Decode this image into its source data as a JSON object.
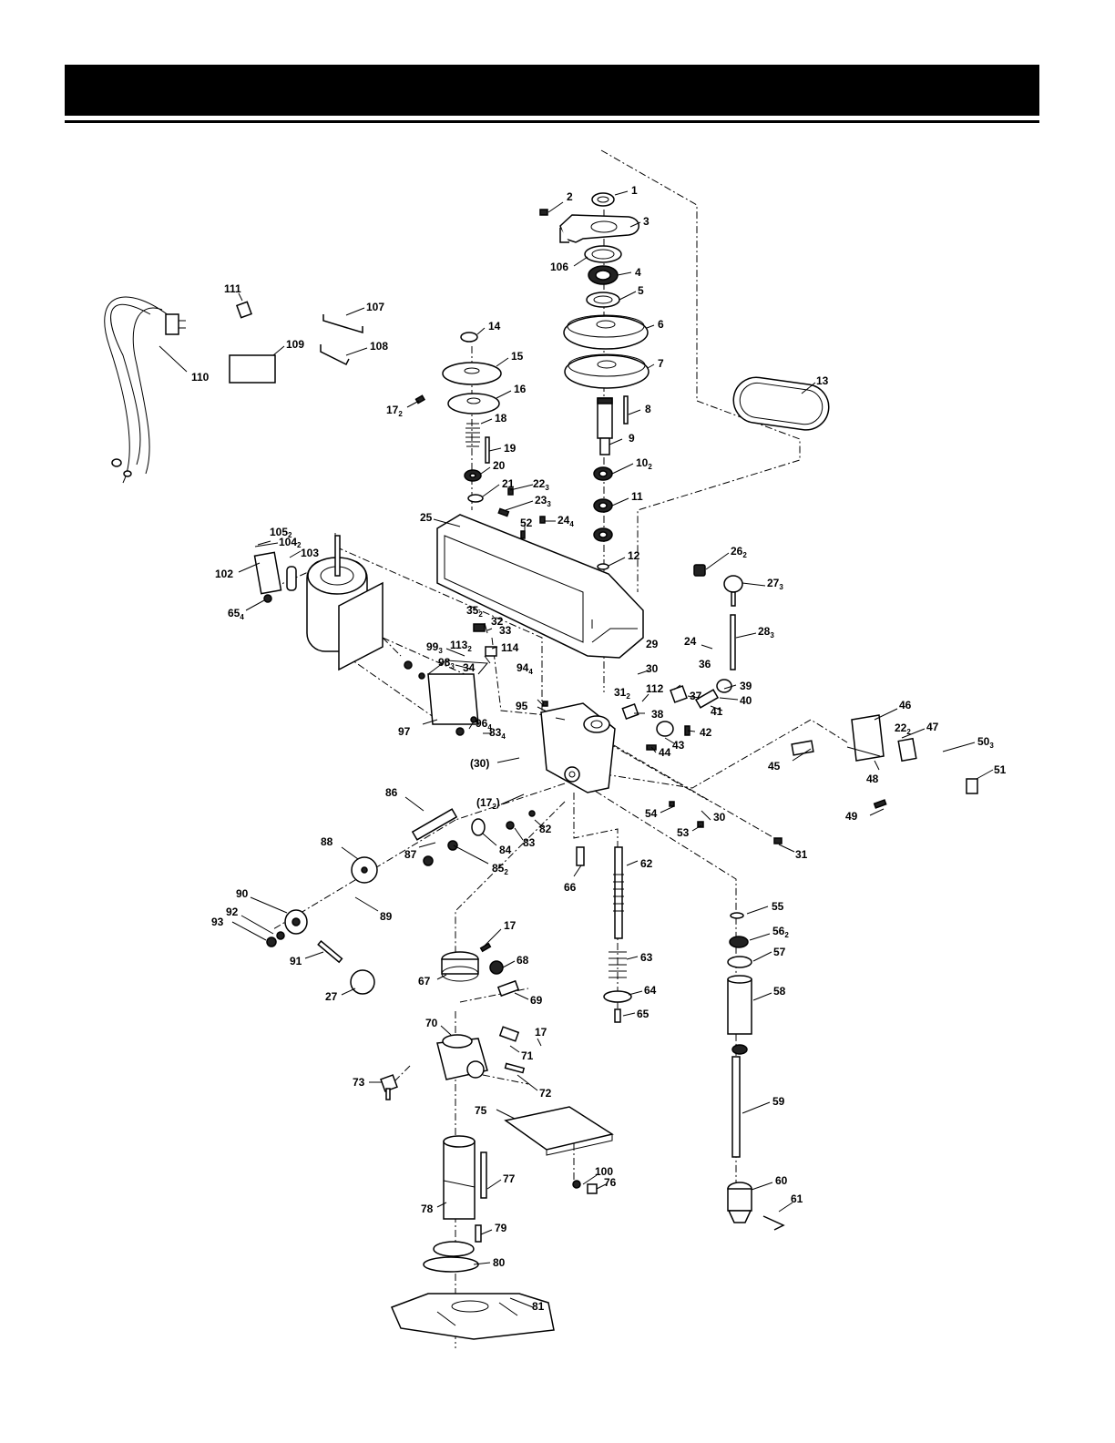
{
  "diagram_title": "",
  "colors": {
    "ink": "#000000",
    "paper": "#ffffff"
  },
  "labels": {
    "p1": "1",
    "p2": "2",
    "p3": "3",
    "p4": "4",
    "p5": "5",
    "p6": "6",
    "p7": "7",
    "p8": "8",
    "p9": "9",
    "p10": "10",
    "p10q": "2",
    "p11": "11",
    "p12": "12",
    "p13": "13",
    "p14": "14",
    "p15": "15",
    "p16": "16",
    "p17a": "17",
    "p17aq": "2",
    "p17b": "17",
    "p17c": "17",
    "p17p": "(17",
    "p17pq": "2",
    "p17pc": ")",
    "p18": "18",
    "p19": "19",
    "p20": "20",
    "p21": "21",
    "p22a": "22",
    "p22aq": "3",
    "p22b": "22",
    "p22bq": "2",
    "p23": "23",
    "p23q": "3",
    "p24a": "24",
    "p24aq": "4",
    "p24b": "24",
    "p25": "25",
    "p26": "26",
    "p26q": "2",
    "p27a": "27",
    "p27aq": "3",
    "p27b": "27",
    "p28": "28",
    "p28q": "3",
    "p29": "29",
    "p30a": "30",
    "p30p": "(30)",
    "p30b": "30",
    "p31a": "31",
    "p31aq": "2",
    "p31b": "31",
    "p32": "32",
    "p33": "33",
    "p34": "34",
    "p35": "35",
    "p35q": "2",
    "p36": "36",
    "p37": "37",
    "p38": "38",
    "p39": "39",
    "p40": "40",
    "p41": "41",
    "p42": "42",
    "p43": "43",
    "p44": "44",
    "p45": "45",
    "p46": "46",
    "p47": "47",
    "p48": "48",
    "p49": "49",
    "p50": "50",
    "p50q": "3",
    "p51": "51",
    "p52": "52",
    "p53": "53",
    "p54": "54",
    "p55": "55",
    "p56": "56",
    "p56q": "2",
    "p57": "57",
    "p58": "58",
    "p59": "59",
    "p60": "60",
    "p61": "61",
    "p62": "62",
    "p63": "63",
    "p64": "64",
    "p65a": "65",
    "p65b": "65",
    "p65bq": "4",
    "p66": "66",
    "p67": "67",
    "p68": "68",
    "p69": "69",
    "p70": "70",
    "p71": "71",
    "p72": "72",
    "p73": "73",
    "p75": "75",
    "p76": "76",
    "p77": "77",
    "p78": "78",
    "p79": "79",
    "p80": "80",
    "p81": "81",
    "p82": "82",
    "p83a": "83",
    "p83b": "83",
    "p83bq": "4",
    "p84": "84",
    "p85": "85",
    "p85q": "2",
    "p86": "86",
    "p87": "87",
    "p88": "88",
    "p89": "89",
    "p90": "90",
    "p91": "91",
    "p92": "92",
    "p93": "93",
    "p94": "94",
    "p94q": "4",
    "p95": "95",
    "p96": "96",
    "p96q": "4",
    "p97": "97",
    "p98": "98",
    "p98q": "3",
    "p99": "99",
    "p99q": "3",
    "p100": "100",
    "p102": "102",
    "p103": "103",
    "p104": "104",
    "p104q": "2",
    "p105": "105",
    "p105q": "2",
    "p106": "106",
    "p107": "107",
    "p108": "108",
    "p109": "109",
    "p110": "110",
    "p111": "111",
    "p112": "112",
    "p113": "113",
    "p113q": "2",
    "p114": "114"
  }
}
